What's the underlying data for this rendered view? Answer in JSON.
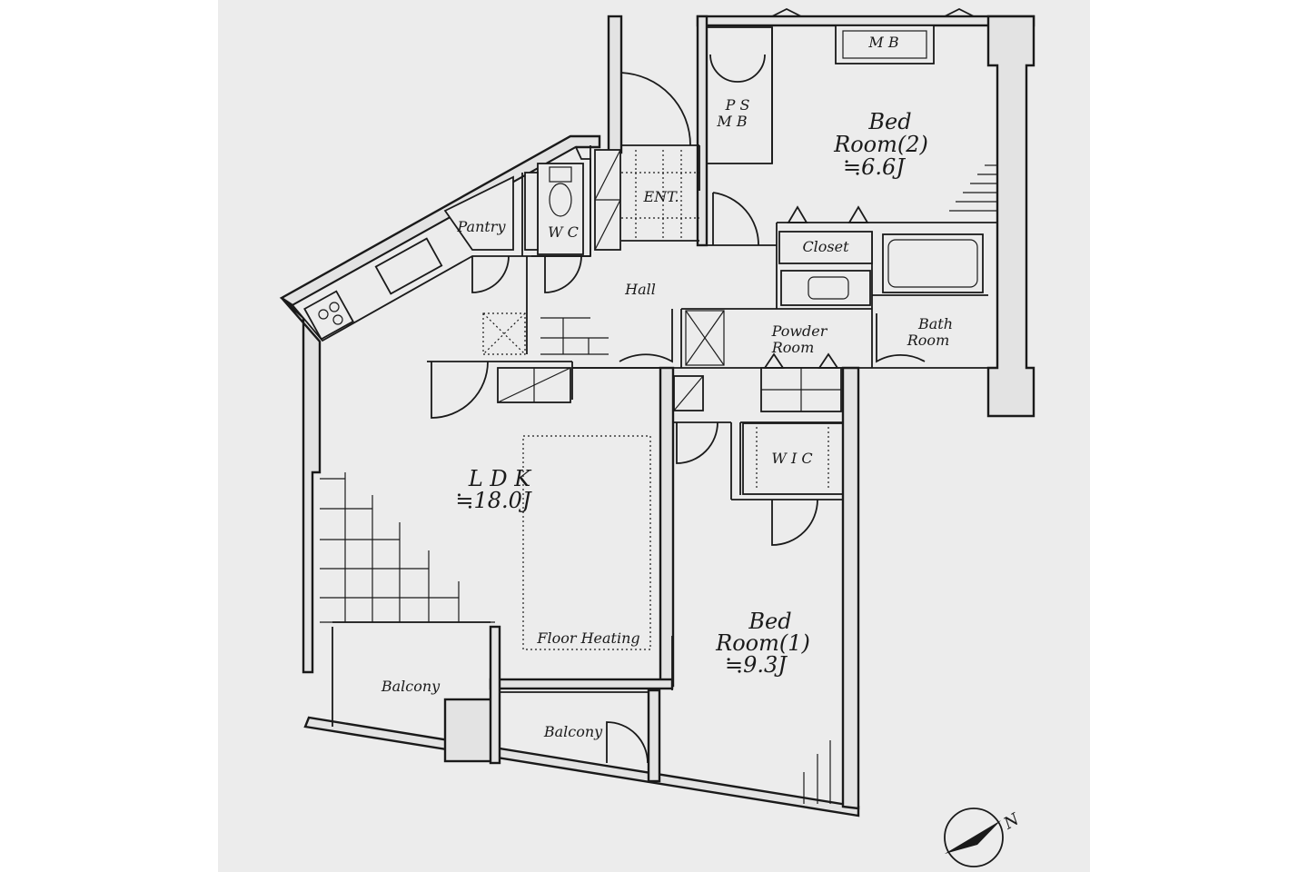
{
  "rooms": {
    "bedroom2": {
      "name_line1": "Bed",
      "name_line2": "Room(2)",
      "area": "≒6.6J"
    },
    "bedroom1": {
      "name_line1": "Bed",
      "name_line2": "Room(1)",
      "area": "≒9.3J"
    },
    "ldk": {
      "name": "L D K",
      "area": "≒18.0J"
    },
    "ps_mb": {
      "line1": "P S",
      "line2": "M B"
    },
    "mb": "M B",
    "entrance": "ENT.",
    "pantry": "Pantry",
    "wc": "W C",
    "hall": "Hall",
    "closet": "Closet",
    "powder_room": {
      "line1": "Powder",
      "line2": "Room"
    },
    "bath_room": {
      "line1": "Bath",
      "line2": "Room"
    },
    "wic": "W I C",
    "floor_heating": "Floor Heating",
    "balcony_left": "Balcony",
    "balcony_right": "Balcony"
  },
  "compass": {
    "label": "N"
  },
  "colors": {
    "background": "#ececec",
    "lines": "#1a1a1a",
    "walls": "#e3e3e3"
  }
}
